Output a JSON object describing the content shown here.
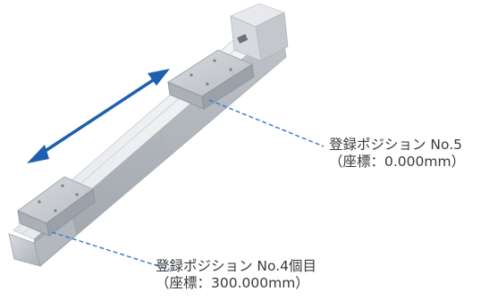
{
  "labels": {
    "position_a": {
      "line1": "登録ポジション No.5",
      "line2": "（座標：0.000mm）"
    },
    "position_b": {
      "line1": "登録ポジション No.4個目",
      "line2": "（座標：300.000mm）"
    }
  },
  "colors": {
    "arrow": "#1f5fb0",
    "leader_line": "#3c7fd0",
    "actuator_body": "#cfd3d8",
    "slider": "#bcc1c7",
    "text": "#3a3a3a"
  },
  "icons": {
    "arrow": "double-headed-arrow"
  }
}
